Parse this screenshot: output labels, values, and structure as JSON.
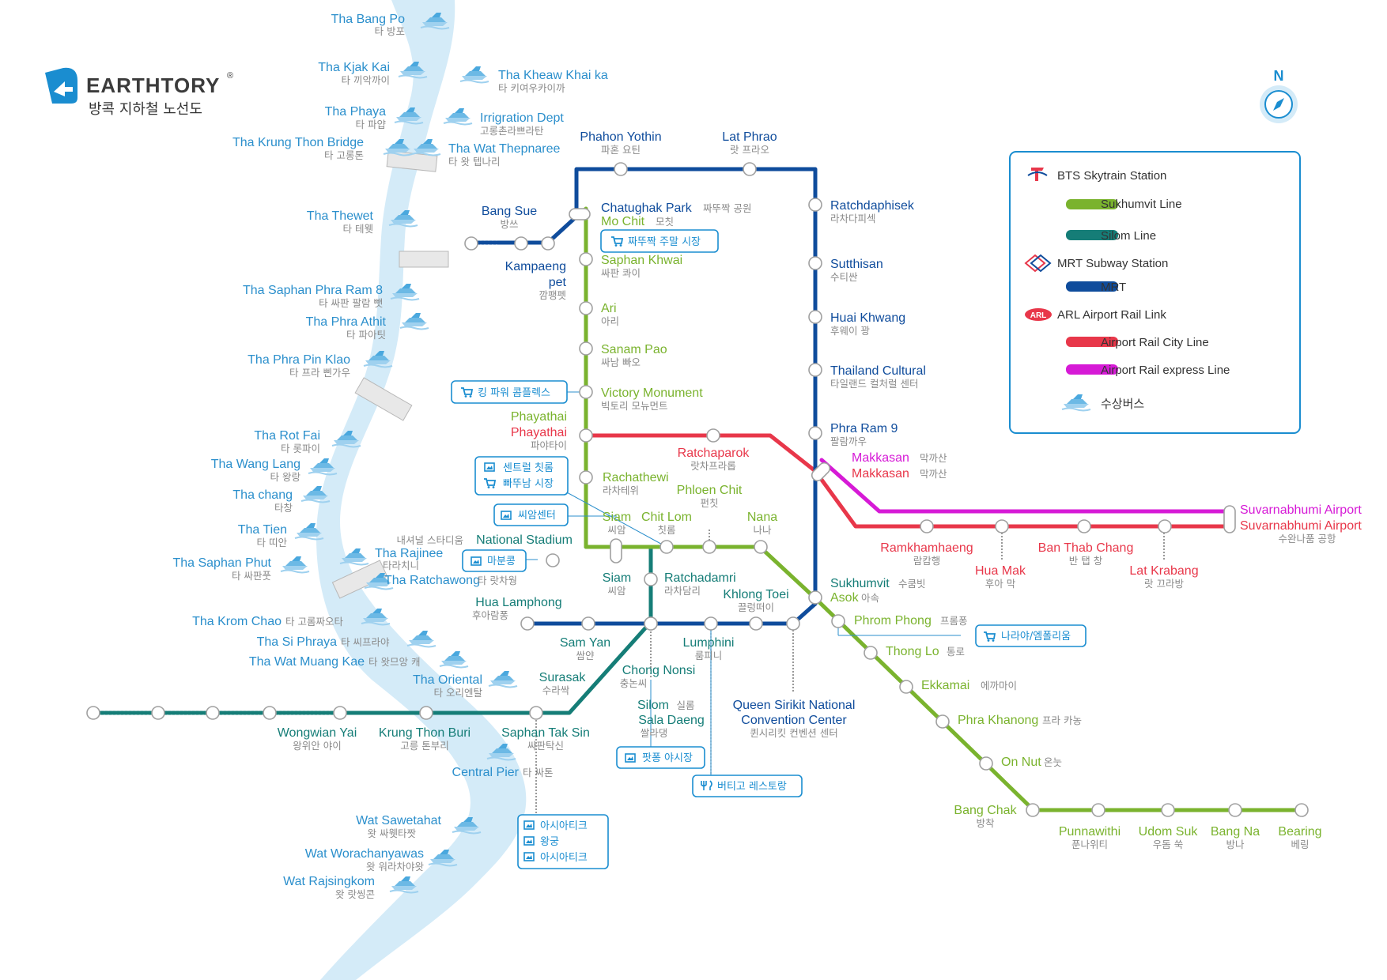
{
  "logo": {
    "brand": "EARTHTORY",
    "reg": "®",
    "subtitle": "방콕 지하철 노선도"
  },
  "compass": {
    "label": "N"
  },
  "colors": {
    "sukhumvit": "#7ab32e",
    "silom": "#157d77",
    "mrt": "#0f4c9c",
    "arl_city": "#e8374a",
    "arl_express": "#d61ad6",
    "river": "#d4ebf8",
    "pier": "#2b8fcc",
    "poi": "#1a8dd0"
  },
  "legend": {
    "bts": "BTS Skytrain Station",
    "sukhumvit": "Sukhumvit Line",
    "silom": "Silom Line",
    "mrt_station": "MRT Subway Station",
    "mrt": "MRT",
    "arl_badge": "ARL",
    "arl": "ARL Airport Rail Link",
    "arl_city": "Airport Rail City Line",
    "arl_express": "Airport Rail express Line",
    "boat": "수상버스"
  },
  "piers": [
    {
      "en": "Tha Bang Po",
      "ko": "타 방포"
    },
    {
      "en": "Tha Kjak Kai",
      "ko": "타 끼악까이"
    },
    {
      "en": "Tha Kheaw Khai ka",
      "ko": "타 키여우카이까"
    },
    {
      "en": "Tha Phaya",
      "ko": "타 파얍"
    },
    {
      "en": "Irrigration Dept",
      "ko": "고롱촌라쁘라탄"
    },
    {
      "en": "Tha Krung Thon Bridge",
      "ko": "타 고롱톤"
    },
    {
      "en": "Tha Wat Thepnaree",
      "ko": "타 왓 텝나리"
    },
    {
      "en": "Tha Thewet",
      "ko": "타 테웻"
    },
    {
      "en": "Tha Saphan Phra Ram 8",
      "ko": "타 싸판 팔람 뺏"
    },
    {
      "en": "Tha Phra Athit",
      "ko": "타 파아팃"
    },
    {
      "en": "Tha Phra Pin Klao",
      "ko": "타 프라 삔가우"
    },
    {
      "en": "Tha Rot Fai",
      "ko": "타 롯파이"
    },
    {
      "en": "Tha Wang Lang",
      "ko": "타 왕랑"
    },
    {
      "en": "Tha chang",
      "ko": "타창"
    },
    {
      "en": "Tha Tien",
      "ko": "타 띠안"
    },
    {
      "en": "Tha Rajinee",
      "ko": "타라치니"
    },
    {
      "en": "Tha Saphan Phut",
      "ko": "타 싸판풋"
    },
    {
      "en": "Tha Ratchawong",
      "ko": "타 랏차웡"
    },
    {
      "en": "Tha Krom Chao",
      "ko": "타 고롬짜오타"
    },
    {
      "en": "Tha Si Phraya",
      "ko": "타 씨프라야"
    },
    {
      "en": "Tha Wat Muang Kae",
      "ko": "타 왓므앙 캐"
    },
    {
      "en": "Tha Oriental",
      "ko": "타 오리엔탈"
    },
    {
      "en": "Central Pier",
      "ko": "타 싸톤"
    },
    {
      "en": "Wat Sawetahat",
      "ko": "왓 싸웻타짯"
    },
    {
      "en": "Wat Worachanyawas",
      "ko": "왓 워라차야왓"
    },
    {
      "en": "Wat Rajsingkom",
      "ko": "왓 랏씽콘"
    }
  ],
  "stations": {
    "phahon": {
      "en": "Phahon Yothin",
      "ko": "파혼 요틴"
    },
    "latphrao": {
      "en": "Lat Phrao",
      "ko": "랏 프라오"
    },
    "ratchada": {
      "en": "Ratchdaphisek",
      "ko": "라차다피섹"
    },
    "sutthisan": {
      "en": "Sutthisan",
      "ko": "수티싼"
    },
    "huaikhwang": {
      "en": "Huai Khwang",
      "ko": "후웨이 꽝"
    },
    "thaicultural": {
      "en": "Thailand Cultural",
      "ko": "타일랜드 컬처럴 센터"
    },
    "phraram9": {
      "en": "Phra Ram 9",
      "ko": "팔람까우"
    },
    "bangsue": {
      "en": "Bang Sue",
      "ko": "방쓰"
    },
    "kampaeng1": {
      "en": "Kampaeng",
      "line2": "pet",
      "ko": "깜팽펫"
    },
    "chatuchak": {
      "en": "Chatughak Park",
      "ko": "짜뚜짝 공원"
    },
    "mochit": {
      "en": "Mo Chit",
      "ko": "모칫"
    },
    "saphankhwai": {
      "en": "Saphan Khwai",
      "ko": "싸판 콰이"
    },
    "ari": {
      "en": "Ari",
      "ko": "아리"
    },
    "sanampao": {
      "en": "Sanam Pao",
      "ko": "싸남 빠오"
    },
    "victory": {
      "en": "Victory Monument",
      "ko": "빅토리 모뉴먼트"
    },
    "phayathai_bts": {
      "en": "Phayathai"
    },
    "phayathai_arl": {
      "en": "Phayathai",
      "ko": "파야타이"
    },
    "ratchaprarop": {
      "en": "Ratchaparok",
      "ko": "랏차프라롭"
    },
    "makkasan1": {
      "en": "Makkasan",
      "ko": "막까산"
    },
    "makkasan2": {
      "en": "Makkasan",
      "ko": "막까산"
    },
    "ratchathewi": {
      "en": "Rachathewi",
      "ko": "라차테위"
    },
    "phloenchit": {
      "en": "Phloen Chit",
      "ko": "펀칫"
    },
    "siam_top": {
      "en": "Siam",
      "ko": "씨암"
    },
    "chitlom": {
      "en": "Chit Lom",
      "ko": "칫롬"
    },
    "nana": {
      "en": "Nana",
      "ko": "나나"
    },
    "national": {
      "en": "National Stadium",
      "ko": "내셔널 스타디움"
    },
    "siam": {
      "en": "Siam",
      "ko": "씨암"
    },
    "ratchadamri": {
      "en": "Ratchadamri",
      "ko": "라차담리"
    },
    "khlongtoei": {
      "en": "Khlong Toei",
      "ko": "끌렁떠이"
    },
    "sukhumvit": {
      "en": "Sukhumvit",
      "ko": "수쿰빗"
    },
    "asok": {
      "en": "Asok",
      "ko": "아속"
    },
    "hualamphong": {
      "en": "Hua Lamphong",
      "ko": "후아람퐁"
    },
    "samyan": {
      "en": "Sam Yan",
      "ko": "쌈얀"
    },
    "lumphini": {
      "en": "Lumphini",
      "ko": "룸피니"
    },
    "chongnonsi": {
      "en": "Chong Nonsi",
      "ko": "충논씨"
    },
    "surasak": {
      "en": "Surasak",
      "ko": "수라싹"
    },
    "silom": {
      "en": "Silom",
      "ko": "실롬"
    },
    "saladaeng": {
      "en": "Sala Daeng",
      "ko": "쌀라댕"
    },
    "qsncc": {
      "en": "Queen Sirikit National",
      "line2": "Convention Center",
      "ko": "퀸시리킷 컨벤션 센터"
    },
    "wongwian": {
      "en": "Wongwian Yai",
      "ko": "왕위안 야이"
    },
    "krungthonburi": {
      "en": "Krung Thon Buri",
      "ko": "고릉 톤부리"
    },
    "saphantaksin": {
      "en": "Saphan Tak Sin",
      "ko": "싸판탁신"
    },
    "phromphong": {
      "en": "Phrom Phong",
      "ko": "프롬퐁"
    },
    "thonglo": {
      "en": "Thong Lo",
      "ko": "통로"
    },
    "ekkamai": {
      "en": "Ekkamai",
      "ko": "에까마이"
    },
    "phrakhanong": {
      "en": "Phra Khanong",
      "ko": "프라 카농"
    },
    "onnut": {
      "en": "On Nut",
      "ko": "온눗"
    },
    "bangchak": {
      "en": "Bang Chak",
      "ko": "방착"
    },
    "punnawithi": {
      "en": "Punnawithi",
      "ko": "푼나위티"
    },
    "udomsuk": {
      "en": "Udom Suk",
      "ko": "우돔 쑥"
    },
    "bangna": {
      "en": "Bang Na",
      "ko": "방나"
    },
    "bearing": {
      "en": "Bearing",
      "ko": "베링"
    },
    "ramkhamhaeng": {
      "en": "Ramkhamhaeng",
      "ko": "람캄행"
    },
    "huamak": {
      "en": "Hua Mak",
      "ko": "후아 막"
    },
    "banthabchang": {
      "en": "Ban Thab Chang",
      "ko": "반 탭 창"
    },
    "latkrabang": {
      "en": "Lat Krabang",
      "ko": "랏 끄라방"
    },
    "suvarnabhumi1": {
      "en": "Suvarnabhumi Airport"
    },
    "suvarnabhumi2": {
      "en": "Suvarnabhumi Airport",
      "ko": "수완나품 공항"
    }
  },
  "pois": {
    "chatuchak_market": "짜뚜짝 주말 시장",
    "kingpower": "킹 파워 콤플렉스",
    "centralchidlom": "센트럴 칫롬",
    "pratunam": "빠뚜남 시장",
    "siamcenter": "씨암센터",
    "mbk": "마분콩",
    "naraya": "나라야/엠폴리움",
    "patpong": "팟퐁 야시장",
    "vertigo": "버티고 레스토랑",
    "asiatique1": "아시아티크",
    "wanggung": "왕궁",
    "asiatique2": "아시아티크"
  }
}
